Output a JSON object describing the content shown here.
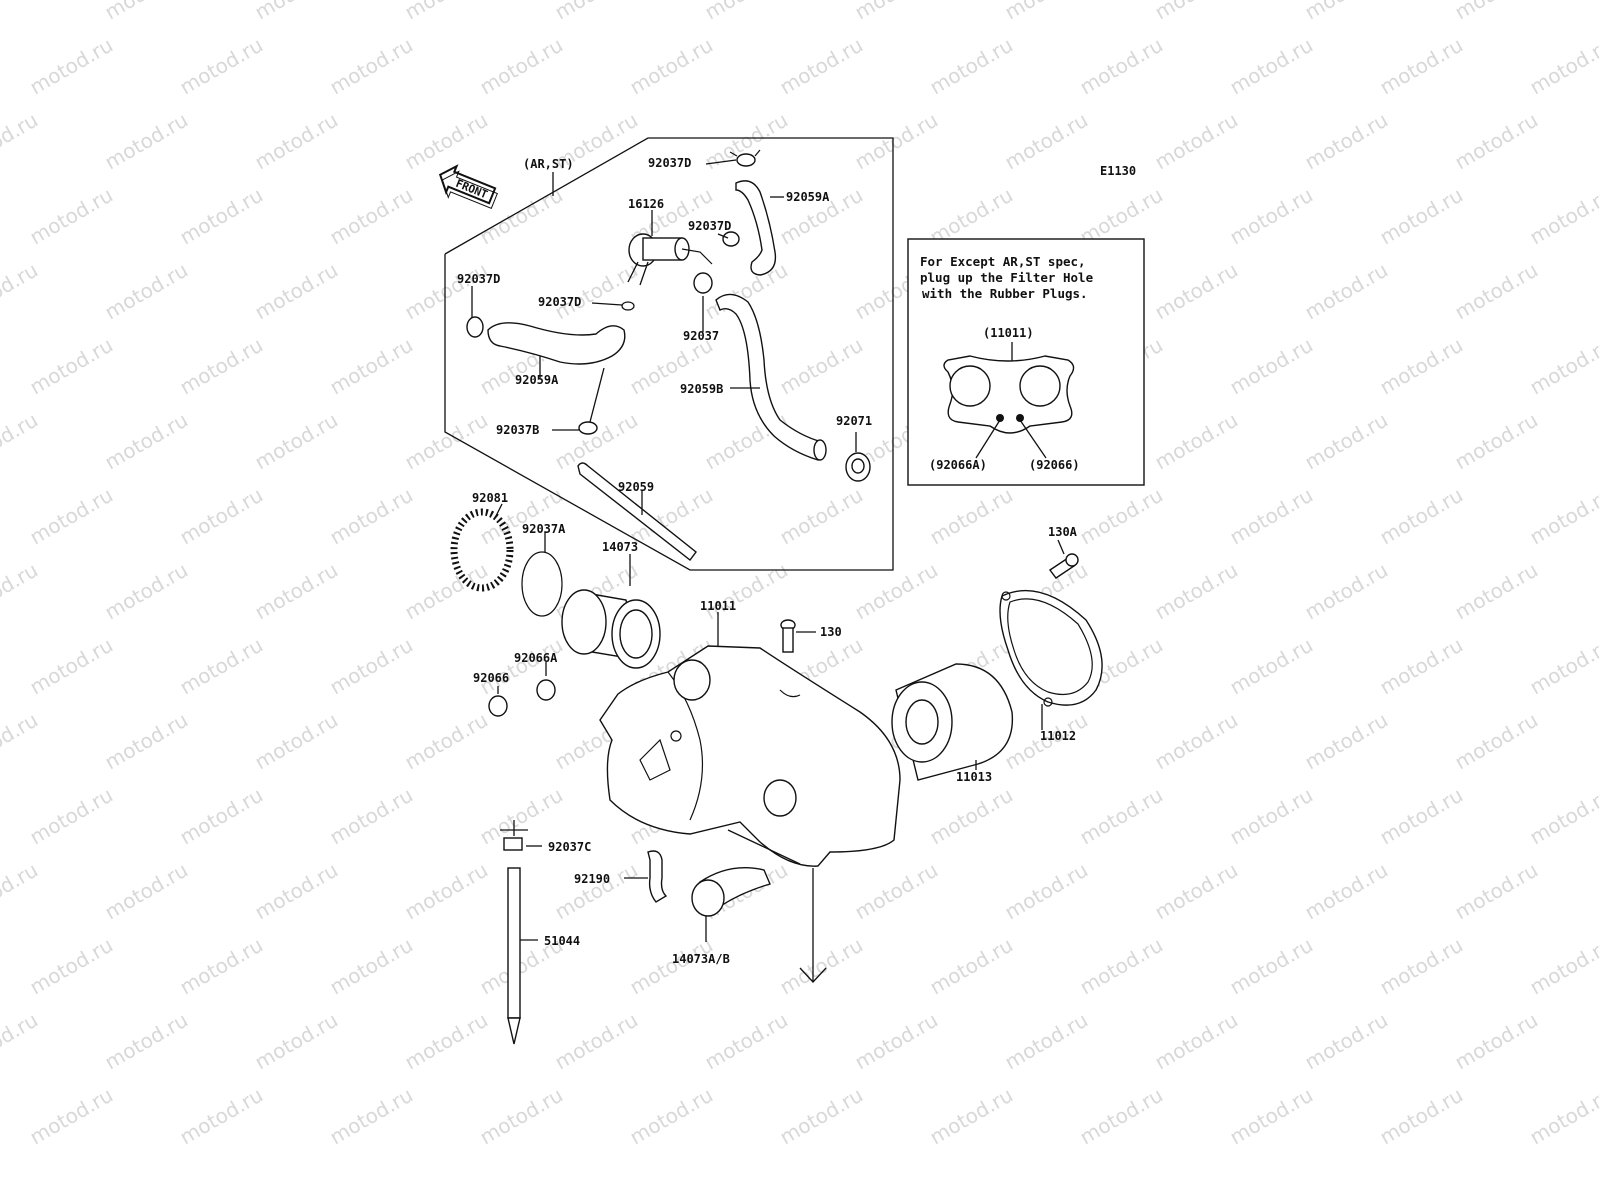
{
  "diagram_code": "E1130",
  "front_label": "FRONT",
  "variant_label": "(AR,ST)",
  "watermark": "motod.ru",
  "inset_note": {
    "lines": [
      "For Except AR,ST spec,",
      "plug up the Filter Hole",
      "with the Rubber Plugs."
    ],
    "part_top": "(11011)",
    "part_left": "(92066A)",
    "part_right": "(92066)"
  },
  "callouts": {
    "c92037D_top": "92037D",
    "c92059A_top": "92059A",
    "c16126": "16126",
    "c92037D_mid": "92037D",
    "c92037D_left": "92037D",
    "c92037D_small": "92037D",
    "c92037": "92037",
    "c92059A_left": "92059A",
    "c92059B": "92059B",
    "c92071": "92071",
    "c92037B": "92037B",
    "c92059": "92059",
    "c92081": "92081",
    "c92037A": "92037A",
    "c14073": "14073",
    "c11011": "11011",
    "c130": "130",
    "c130A": "130A",
    "c92066A": "92066A",
    "c92066": "92066",
    "c11012": "11012",
    "c11013": "11013",
    "c92037C": "92037C",
    "c92190": "92190",
    "c51044": "51044",
    "c14073AB": "14073A/B"
  }
}
